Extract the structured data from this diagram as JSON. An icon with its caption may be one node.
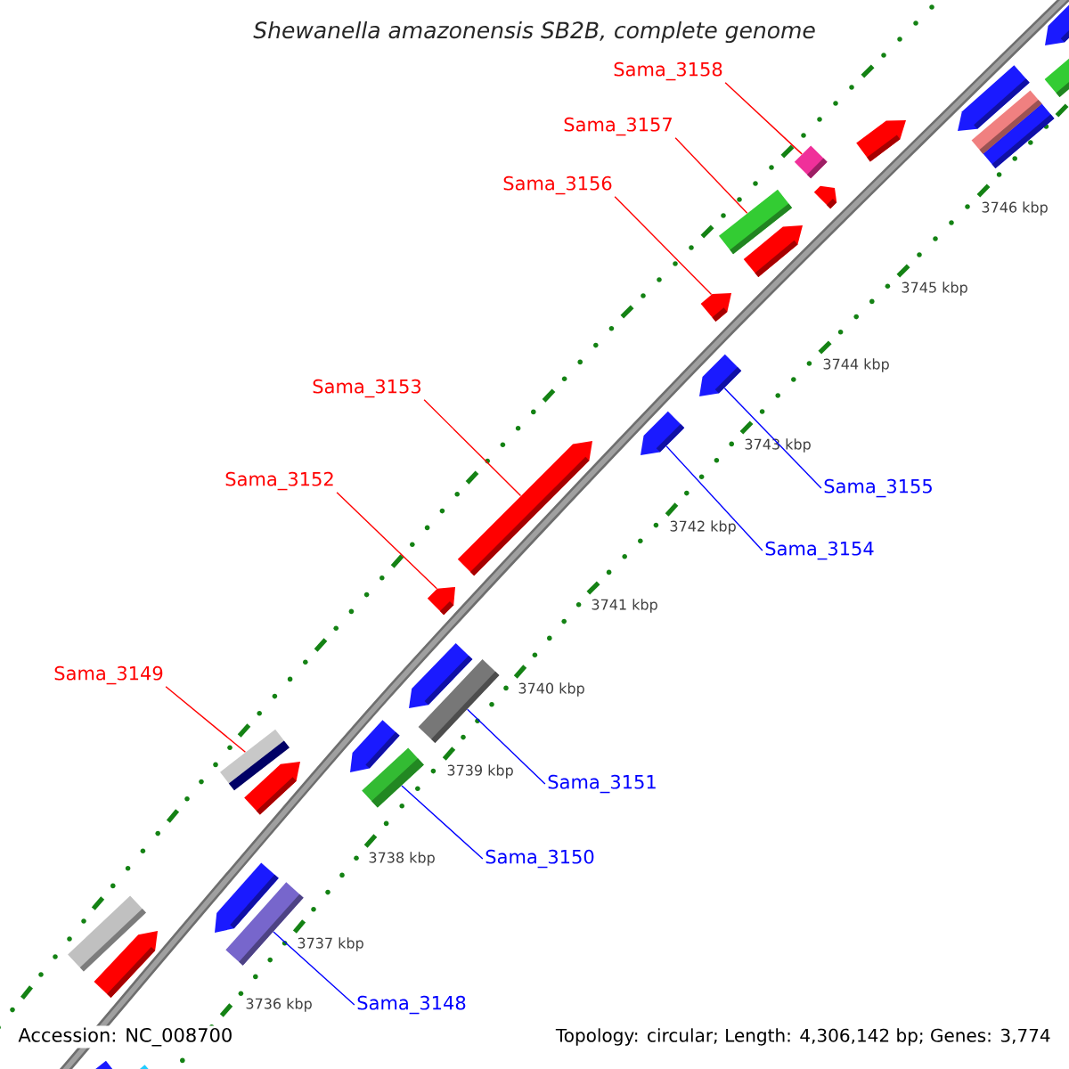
{
  "diagram": {
    "title": "Shewanella amazonensis SB2B, complete genome",
    "nodes": [
      {
        "text": [
          "Sama_3158"
        ]
      },
      {
        "text": [
          "Sama_3157"
        ]
      },
      {
        "text": [
          "Sama_3156"
        ]
      },
      {
        "text": [
          "Sama_3153"
        ]
      },
      {
        "text": [
          "Sama_3152"
        ]
      },
      {
        "text": [
          "Sama_3155"
        ]
      },
      {
        "text": [
          "Sama_3154"
        ]
      },
      {
        "text": [
          "Sama_3149"
        ]
      },
      {
        "text": [
          "Sama_3151"
        ]
      },
      {
        "text": [
          "Sama_3150"
        ]
      },
      {
        "text": [
          "Sama_3148"
        ]
      },
      {
        "text": [],
        "shape": "pentagon"
      },
      {
        "text": [],
        "shape": "pentagon"
      },
      {
        "text": [],
        "shape": "box"
      },
      {
        "text": [],
        "shape": "box"
      },
      {
        "text": [],
        "shape": "box"
      },
      {
        "text": [],
        "shape": "pentagon"
      },
      {
        "text": [],
        "shape": "diamond"
      },
      {
        "text": [],
        "shape": "pentagon"
      },
      {
        "text": [],
        "shape": "box"
      },
      {
        "text": [],
        "shape": "pentagon"
      },
      {
        "text": [],
        "shape": "pentagon"
      },
      {
        "text": [],
        "shape": "pentagon"
      },
      {
        "text": [],
        "shape": "pentagon"
      },
      {
        "text": [],
        "shape": "pentagon"
      },
      {
        "text": [],
        "shape": "pentagon"
      },
      {
        "text": [],
        "shape": "pentagon"
      },
      {
        "text": [],
        "shape": "box"
      },
      {
        "text": [],
        "shape": "box"
      },
      {
        "text": [],
        "shape": "pentagon"
      },
      {
        "text": [],
        "shape": "pentagon"
      },
      {
        "text": [],
        "shape": "box"
      },
      {
        "text": [],
        "shape": "pentagon"
      },
      {
        "text": [],
        "shape": "box"
      },
      {
        "text": [],
        "shape": "pentagon"
      },
      {
        "text": [],
        "shape": "box"
      },
      {
        "text": [],
        "shape": "box"
      },
      {
        "text": [],
        "shape": "box"
      }
    ],
    "edges": [
      {
        "from": 0,
        "to": 17,
        "arrow": "none"
      },
      {
        "from": 1,
        "to": 19,
        "arrow": "none"
      },
      {
        "from": 2,
        "to": 21,
        "arrow": "none"
      },
      {
        "from": 3,
        "to": 24,
        "arrow": "none"
      },
      {
        "from": 4,
        "to": 25,
        "arrow": "none"
      },
      {
        "from": 5,
        "to": 22,
        "arrow": "none",
        "color": "#0000ff"
      },
      {
        "from": 6,
        "to": 23,
        "arrow": "none",
        "color": "#0000ff"
      },
      {
        "from": 7,
        "to": 28,
        "arrow": "none"
      },
      {
        "from": 8,
        "to": 27,
        "arrow": "none",
        "color": "#0000ff"
      },
      {
        "from": 9,
        "to": 31,
        "arrow": "none",
        "color": "#0000ff"
      },
      {
        "from": 10,
        "to": 35,
        "arrow": "none",
        "color": "#0000ff"
      }
    ],
    "labels": [
      "3746 kbp",
      "3745 kbp",
      "3744 kbp",
      "3743 kbp",
      "3742 kbp",
      "3741 kbp",
      "3740 kbp",
      "3739 kbp",
      "3738 kbp",
      "3737 kbp",
      "3736 kbp",
      "Accession: NC_008700",
      "Topology: circular; Length: 4,306,142 bp; Genes: 3,774"
    ]
  }
}
